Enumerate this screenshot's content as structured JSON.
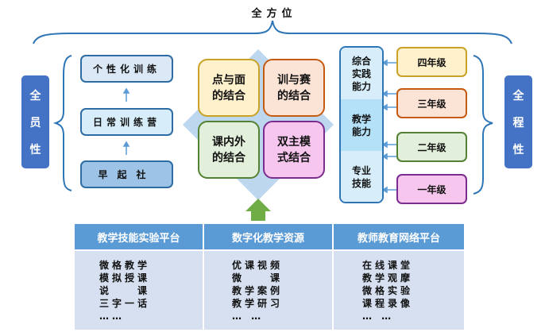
{
  "header": {
    "title": "全方位"
  },
  "left": {
    "side_label": [
      "全",
      "员",
      "性"
    ],
    "boxes": [
      {
        "label": "个性化训练",
        "fill": "#dbe8f6"
      },
      {
        "label": "日常训练营",
        "fill": "#d7eefa"
      },
      {
        "label": "早起社",
        "fill": "#9dc3e6"
      }
    ]
  },
  "center": {
    "quadrants": [
      {
        "line1": "点与面",
        "line2": "的结合",
        "fill": "#fff1cc",
        "border": "#c9a227"
      },
      {
        "line1": "训与赛",
        "line2": "的结合",
        "fill": "#fbe3d6",
        "border": "#c55a11"
      },
      {
        "line1": "课内外",
        "line2": "的结合",
        "fill": "#e2efda",
        "border": "#548235"
      },
      {
        "line1": "双主模",
        "line2": "式结合",
        "fill": "#f6c6ee",
        "border": "#7b2c8f"
      }
    ],
    "diamond_color": "#bdd7ee",
    "arrow_color": "#70ad47"
  },
  "abilities": [
    {
      "label": "综合\n实践\n能力",
      "l1": "综合",
      "l2": "实践",
      "l3": "能力",
      "fill": "#d7eefa"
    },
    {
      "label": "教学能力",
      "l1": "教学",
      "l2": "能力",
      "fill": "#b4e1f7"
    },
    {
      "label": "专业技能",
      "l1": "专业",
      "l2": "技能",
      "fill": "#d7eefa"
    }
  ],
  "grades": [
    {
      "label": "四年级",
      "fill": "#fff1cc",
      "border": "#c9a227"
    },
    {
      "label": "三年级",
      "fill": "#fbe3d6",
      "border": "#c55a11"
    },
    {
      "label": "二年级",
      "fill": "#e2efda",
      "border": "#548235"
    },
    {
      "label": "一年级",
      "fill": "#f6c6ee",
      "border": "#7b2c8f"
    }
  ],
  "right": {
    "side_label": [
      "全",
      "程",
      "性"
    ]
  },
  "platforms": [
    {
      "header": "教学技能实验平台",
      "items": [
        "微格教学",
        "模拟授课",
        "说　课",
        "三字一话",
        "……"
      ],
      "body": "微格教学\n模拟授课\n说　　课\n三字一话\n……"
    },
    {
      "header": "数字化教学资源",
      "items": [
        "优课视频",
        "微　课",
        "教学案例",
        "教学研习",
        "… …"
      ],
      "body": "优课视频\n微　　课\n教学案例\n教学研习\n… …"
    },
    {
      "header": "教师教育网络平台",
      "items": [
        "在线课堂",
        "教学观摩",
        "微格实验",
        "课程录像",
        "… …"
      ],
      "body": "在线课堂\n教学观摩\n微格实验\n课程录像\n… …"
    }
  ],
  "colors": {
    "accent": "#4472c4",
    "bracket": "#2e75b6",
    "table_header": "#5b9bd5",
    "table_body": "#d6e0f0"
  }
}
